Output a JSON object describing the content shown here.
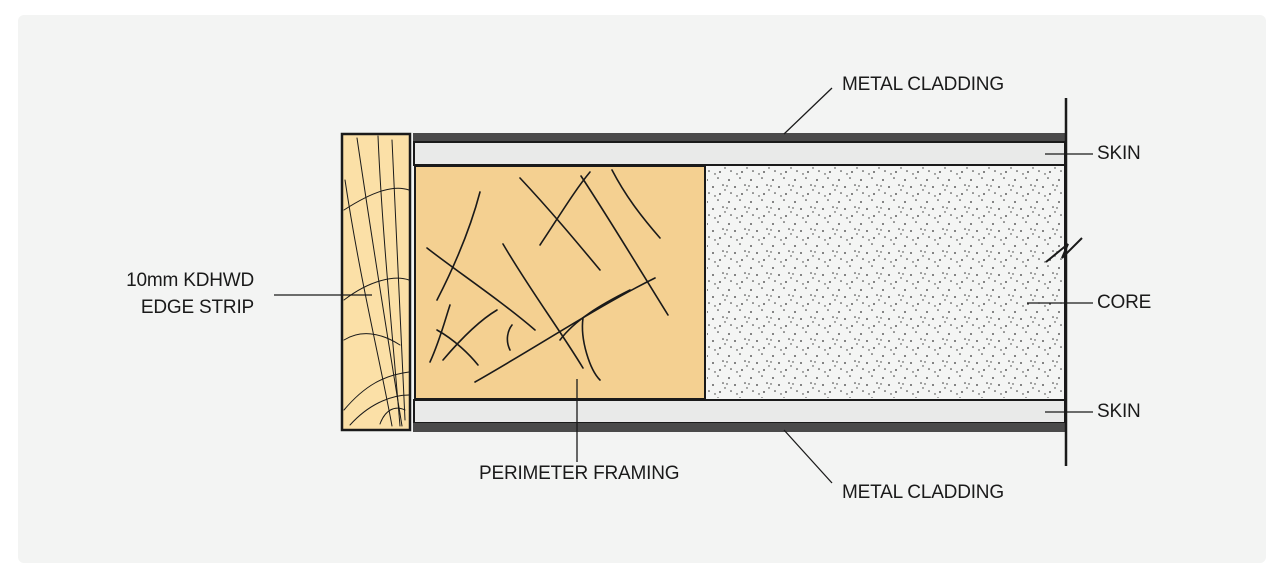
{
  "labels": {
    "metal_cladding_top": "METAL CLADDING",
    "skin_top": "SKIN",
    "core": "CORE",
    "skin_bottom": "SKIN",
    "metal_cladding_bottom": "METAL CLADDING",
    "perimeter_framing": "PERIMETER FRAMING",
    "edge_strip_line1": "10mm KDHWD",
    "edge_strip_line2": "EDGE STRIP"
  },
  "colors": {
    "background": "#f3f4f3",
    "cladding": "#4a4a4a",
    "skin": "#e9eae9",
    "core": "#f4f5f4",
    "framing": "#f4d091",
    "edge_strip": "#fbe0a7",
    "outline": "#1a1a1a"
  }
}
